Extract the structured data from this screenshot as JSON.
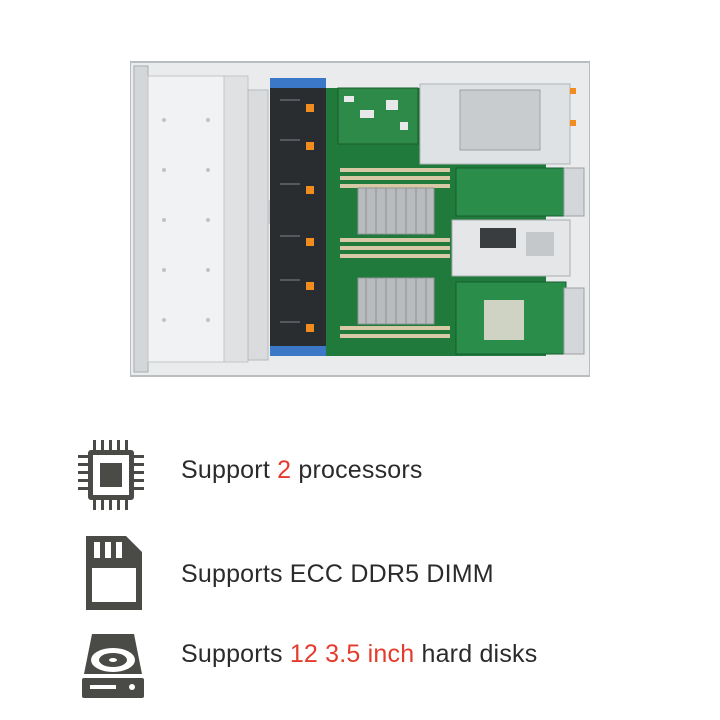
{
  "colors": {
    "accent": "#e53b2c",
    "text": "#2b2b2b",
    "icon": "#4a4a46",
    "pcb": "#1f7a3c"
  },
  "product_image": {
    "icon": "server-chassis-top-view"
  },
  "features": [
    {
      "icon": "processor-chip-icon",
      "prefix": "Support ",
      "highlight": "2",
      "suffix": " processors"
    },
    {
      "icon": "memory-card-icon",
      "prefix": "Supports ECC DDR5 DIMM",
      "highlight": "",
      "suffix": ""
    },
    {
      "icon": "hard-disk-icon",
      "prefix": "Supports ",
      "highlight": "12 3.5 inch",
      "suffix": " hard disks"
    }
  ]
}
